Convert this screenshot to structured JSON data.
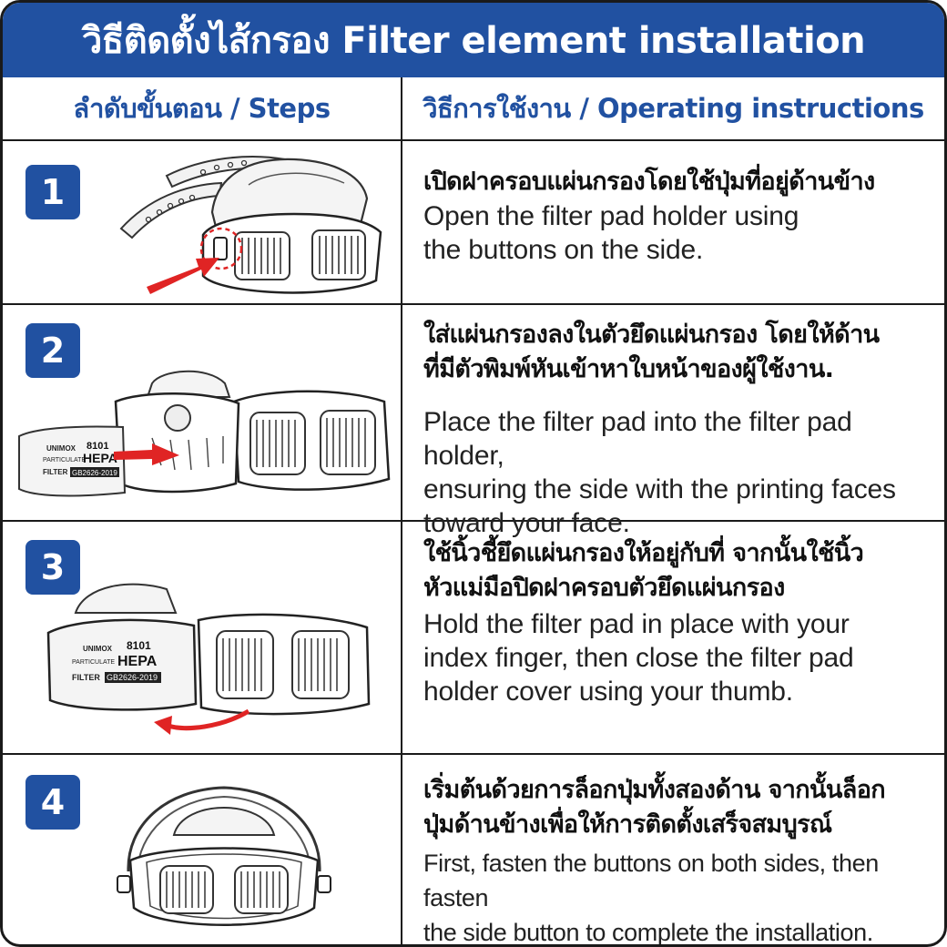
{
  "title": "วิธีติดตั้งไส้กรอง Filter element installation",
  "headers": {
    "steps": "ลำดับขั้นตอน / Steps",
    "instructions": "วิธีการใช้งาน / Operating instructions"
  },
  "colors": {
    "brand_blue": "#2151a1",
    "arrow_red": "#e02424",
    "border": "#1a1a1a"
  },
  "filter_pad_label": {
    "model": "8101",
    "type": "HEPA",
    "particulate": "PARTICULATE",
    "filter": "FILTER",
    "standard": "GB2626-2019"
  },
  "steps": [
    {
      "number": "1",
      "thai": "เปิดฝาครอบแผ่นกรองโดยใช้ปุ่มที่อยู่ด้านข้าง",
      "english": "Open the filter pad holder using\nthe buttons on the side.",
      "icon": "mask-side-button-arrow-illustration"
    },
    {
      "number": "2",
      "thai": "ใส่แผ่นกรองลงในตัวยึดแผ่นกรอง โดยให้ด้าน\nที่มีตัวพิมพ์หันเข้าหาใบหน้าของผู้ใช้งาน.",
      "english": "Place the filter pad into the filter pad holder,\nensuring the side with the printing faces\ntoward your face.",
      "icon": "filter-pad-insert-illustration"
    },
    {
      "number": "3",
      "thai": "ใช้นิ้วชี้ยึดแผ่นกรองให้อยู่กับที่ จากนั้นใช้นิ้ว\nหัวแม่มือปิดฝาครอบตัวยึดแผ่นกรอง",
      "english": "Hold the filter pad in place with your\nindex finger, then close the filter pad\nholder cover using your thumb.",
      "icon": "close-holder-cover-illustration"
    },
    {
      "number": "4",
      "thai": "เริ่มต้นด้วยการล็อกปุ่มทั้งสองด้าน จากนั้นล็อก\nปุ่มด้านข้างเพื่อให้การติดตั้งเสร็จสมบูรณ์",
      "english": "First, fasten the buttons on both sides, then fasten\nthe side button to complete the installation.",
      "icon": "assembled-mask-illustration"
    }
  ]
}
